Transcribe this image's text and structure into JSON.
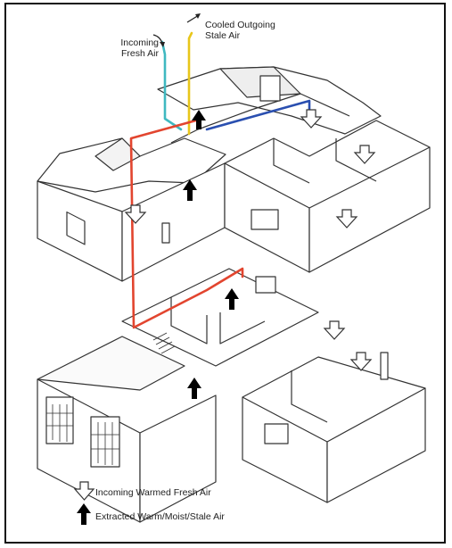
{
  "labels": {
    "incoming_fresh_air": [
      "Incoming",
      "Fresh Air"
    ],
    "cooled_outgoing_stale_air": [
      "Cooled Outgoing",
      "Stale Air"
    ]
  },
  "legend": [
    {
      "icon": "hollow-down-arrow-icon",
      "text": "Incoming Warmed Fresh Air"
    },
    {
      "icon": "solid-up-arrow-icon",
      "text": "Extracted Warm/Moist/Stale Air"
    }
  ],
  "colors": {
    "supply_duct": "#2a4fb0",
    "extract_duct": "#e2452f",
    "fresh_air_intake": "#3fb8c0",
    "stale_air_exhaust": "#e8c61a",
    "structure": "#333333"
  }
}
